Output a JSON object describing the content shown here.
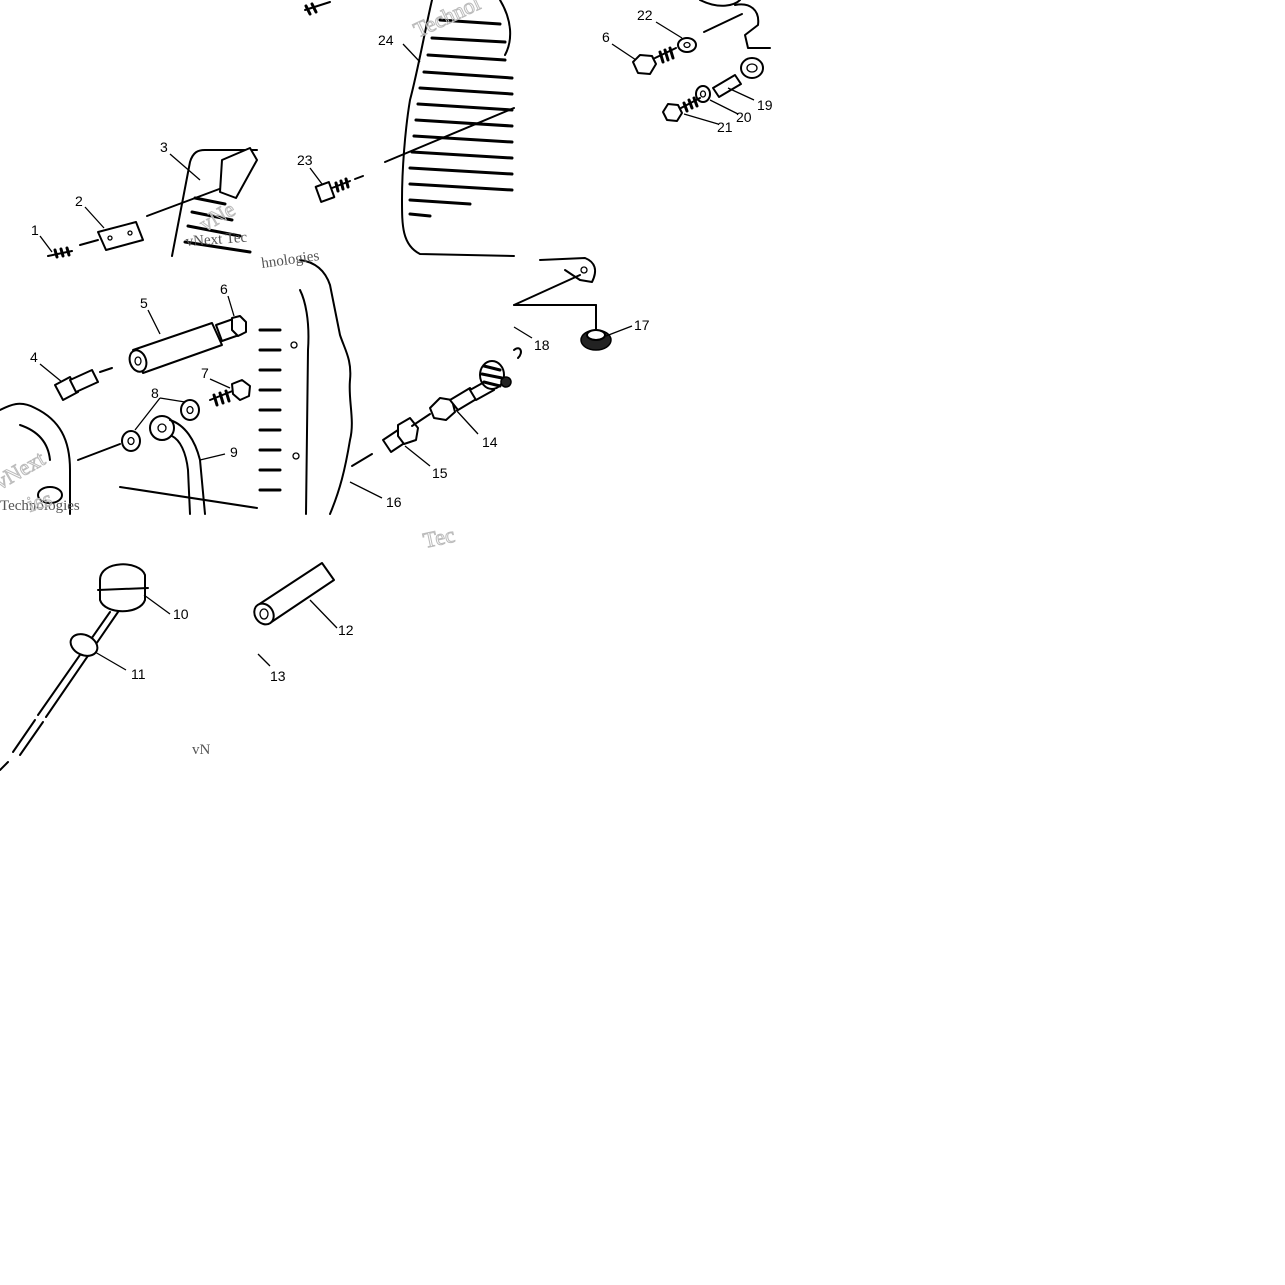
{
  "diagram": {
    "callouts": [
      "1",
      "2",
      "3",
      "4",
      "5",
      "6",
      "7",
      "8",
      "9",
      "10",
      "11",
      "12",
      "13",
      "14",
      "15",
      "16",
      "17",
      "18",
      "19",
      "20",
      "21",
      "22",
      "6",
      "23",
      "24"
    ],
    "watermark_marks": [
      "vNext Technologies",
      "Technologies"
    ]
  }
}
